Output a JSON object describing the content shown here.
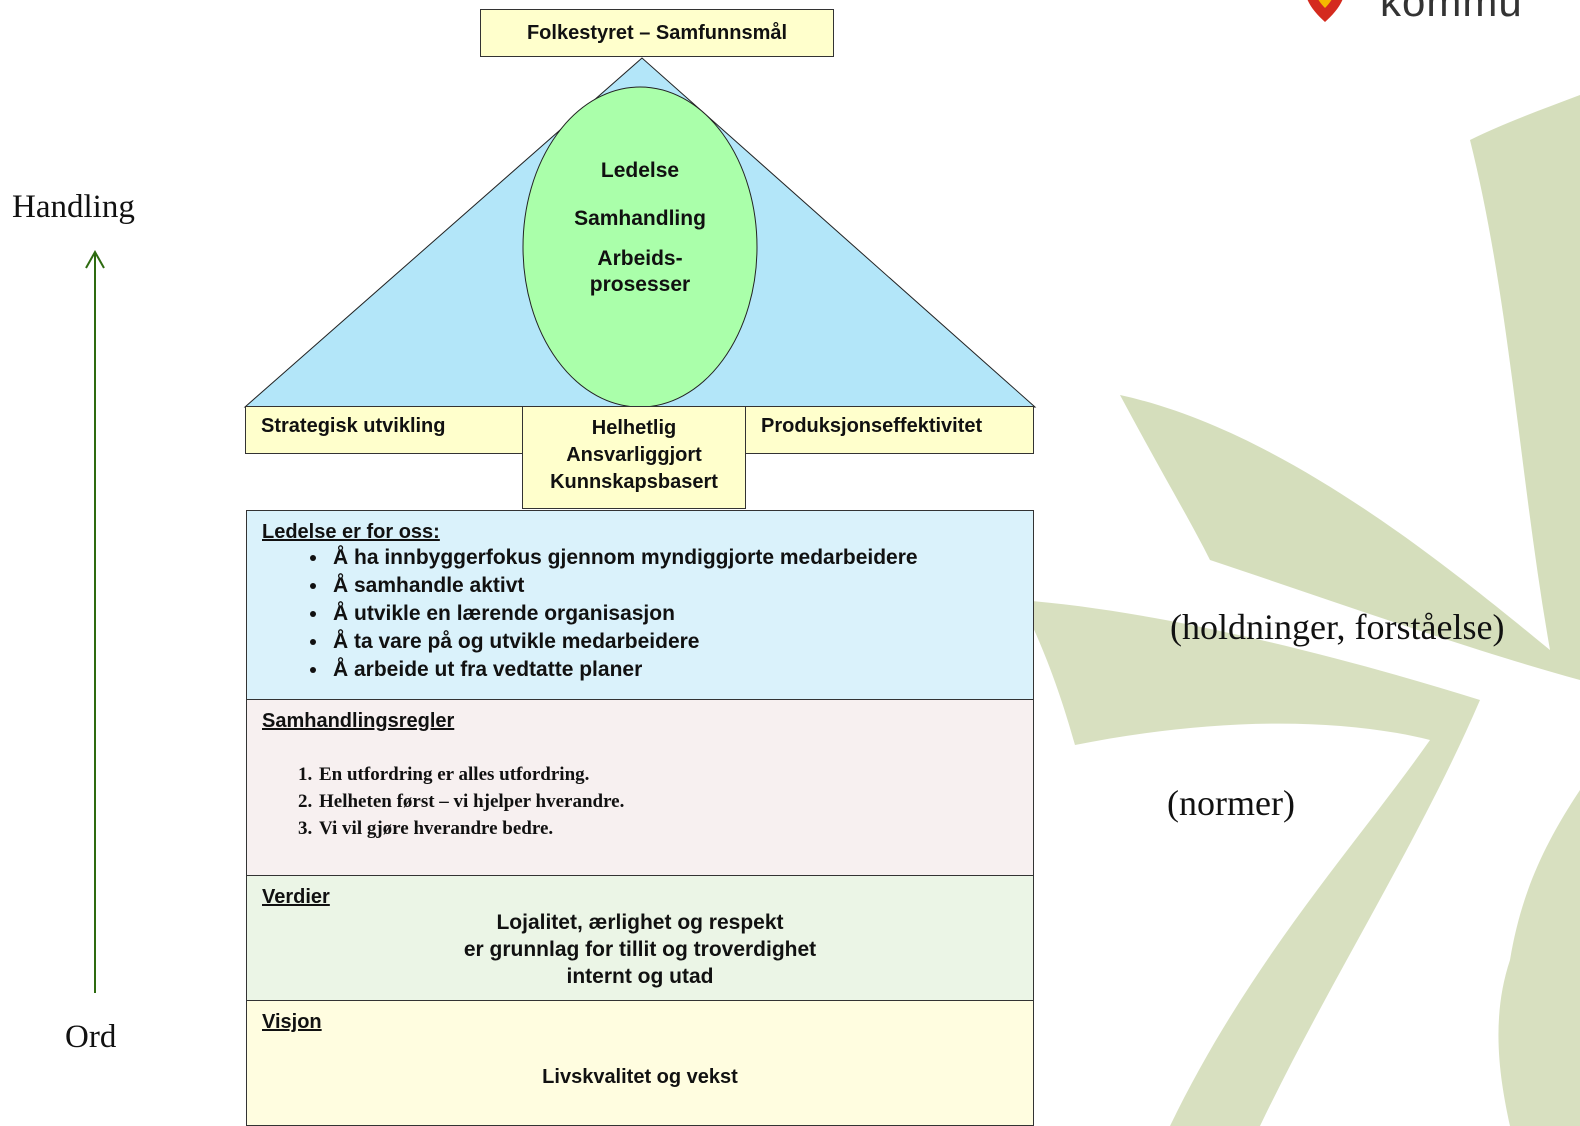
{
  "top_box": "Folkestyret – Samfunnsmål",
  "logo": {
    "text": "kommu"
  },
  "ellipse": {
    "line1": "Ledelse",
    "line2": "Samhandling",
    "line3a": "Arbeids-",
    "line3b": "prosesser"
  },
  "row": {
    "left": "Strategisk utvikling",
    "middle": [
      "Helhetlig",
      "Ansvarliggjort",
      "Kunnskapsbasert"
    ],
    "right": "Produksjonseffektivitet"
  },
  "ledelse": {
    "heading": "Ledelse er for oss:",
    "items": [
      "Å ha innbyggerfokus gjennom myndiggjorte medarbeidere",
      "Å samhandle aktivt",
      "Å utvikle en lærende organisasjon",
      "Å ta vare på og utvikle medarbeidere",
      "Å arbeide ut fra vedtatte planer"
    ]
  },
  "samhandling": {
    "heading": "Samhandlingsregler",
    "items": [
      "En utfordring er alles utfordring.",
      "Helheten først – vi hjelper hverandre.",
      "Vi vil gjøre hverandre bedre."
    ]
  },
  "verdier": {
    "heading": "Verdier",
    "lines": [
      "Lojalitet, ærlighet og respekt",
      "er grunnlag for tillit og troverdighet",
      "internt og utad"
    ]
  },
  "visjon": {
    "heading": "Visjon",
    "text": "Livskvalitet og vekst"
  },
  "axis": {
    "top": "Handling",
    "bottom": "Ord"
  },
  "annotations": {
    "holdninger": "(holdninger, forståelse)",
    "normer": "(normer)"
  },
  "colors": {
    "triangle": "#b3e6f9",
    "ellipse": "#aaffaa",
    "cream": "#ffffcc",
    "ledelse_bg": "#daf2fb",
    "samhandling_bg": "#f7f0f0",
    "verdier_bg": "#ebf5e6",
    "visjon_bg": "#fffde0",
    "arrow": "#2e6b10",
    "watermark": "#c7d3a5"
  }
}
